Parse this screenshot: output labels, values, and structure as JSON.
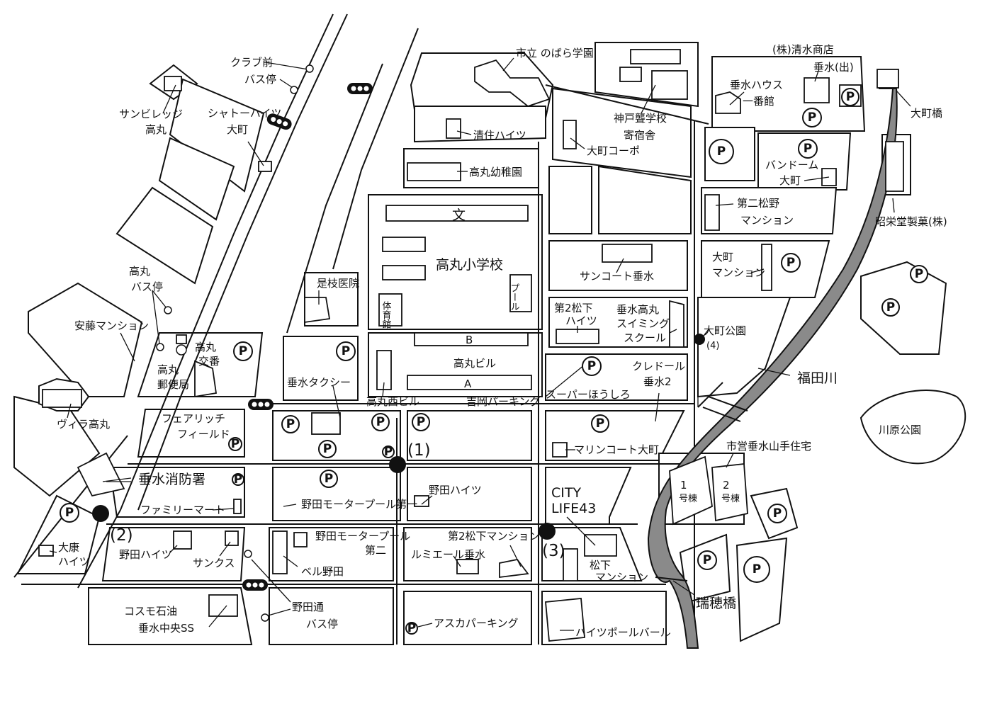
{
  "labels": {
    "school_nohara": "市立 のばら学園",
    "shimizu_shoten": "(株)清水商店",
    "tarumi_de": "垂水(出)",
    "tarumi_house_1": "垂水ハウス",
    "tarumi_house_2": "一番館",
    "omachi_bashi": "大町橋",
    "club_mae_bus_1": "クラブ前",
    "club_mae_bus_2": "バス停",
    "sunvillage_1": "サンビレッジ",
    "sunvillage_2": "高丸",
    "chateau_1": "シャトーハイツ",
    "chateau_2": "大町",
    "kobe_deaf_1": "神戸聾学校",
    "kobe_deaf_2": "寄宿舎",
    "seiju_heights": "清住ハイツ",
    "omachi_copo": "大町コーポ",
    "vendome_1": "バンドーム",
    "vendome_2": "大町",
    "takamaru_kinder": "高丸幼稚園",
    "bun": "文",
    "daini_matsuno_1": "第二松野",
    "daini_matsuno_2": "マンション",
    "shoei_seika": "昭栄堂製菓(株)",
    "takamaru_bus_1": "高丸",
    "takamaru_bus_2": "バス停",
    "korieda_clinic": "是枝医院",
    "takamaru_elem": "高丸小学校",
    "pool": "プール",
    "suncourt": "サンコート垂水",
    "omachi_mansion_1": "大町",
    "omachi_mansion_2": "マンション",
    "ando_mansion": "安藤マンション",
    "gym": "体育館",
    "daini_matsushita_h_1": "第2松下",
    "daini_matsushita_h_2": "ハイツ",
    "swim_1": "垂水高丸",
    "swim_2": "スイミング",
    "swim_3": "スクール",
    "omachi_park": "大町公園",
    "koban_1": "高丸",
    "koban_2": "交番",
    "post_1": "高丸",
    "post_2": "郵便局",
    "bldg_b": "B",
    "takamaru_bldg": "高丸ビル",
    "cledor_1": "クレドール",
    "cledor_2": "垂水2",
    "fukuda_river": "福田川",
    "tarumi_taxi": "垂水タクシー",
    "bldg_a": "A",
    "takamaru_nishi_bldg": "高丸西ビル",
    "yoshioka_parking": "吉岡パーキング",
    "super_houshiro": "スーパーほうしろ",
    "villa_takamaru": "ヴィラ高丸",
    "fair_rich_1": "フェアリッチ",
    "fair_rich_2": "フィールド",
    "kawahara_park": "川原公園",
    "marine_court": "マリンコート大町",
    "shiei_housing": "市営垂水山手住宅",
    "fire_station": "垂水消防署",
    "noda_heights_mid": "野田ハイツ",
    "bldg_1_1": "1",
    "bldg_1_2": "号棟",
    "bldg_2_1": "2",
    "bldg_2_2": "号棟",
    "familymart": "ファミリーマート",
    "noda_motor_1": "野田モータープール第一",
    "city_life_1": "CITY",
    "city_life_2": "LIFE43",
    "noda_heights_left": "野田ハイツ",
    "sanks": "サンクス",
    "noda_motor_2a": "野田モータープール",
    "noda_motor_2b": "第二",
    "daini_matsushita_m": "第2松下マンション",
    "lumiere": "ルミエール垂水",
    "matsushita_m_1": "松下",
    "matsushita_m_2": "マンション",
    "daiko_1": "大康",
    "daiko_2": "ハイツ",
    "bell_noda": "ベル野田",
    "zuiho_bashi": "瑞穂橋",
    "cosmo_1": "コスモ石油",
    "cosmo_2": "垂水中央SS",
    "nodadori_bus_1": "野田通",
    "nodadori_bus_2": "バス停",
    "asuka_parking": "アスカパーキング",
    "heights_boulevard": "ハイツポールバール",
    "marker_1": "(1)",
    "marker_2": "(2)",
    "marker_3": "(3)",
    "marker_4": "(4)"
  },
  "parking_symbol": "P",
  "colors": {
    "ink": "#111111",
    "paper": "#ffffff",
    "river": "#8a8a8a"
  }
}
